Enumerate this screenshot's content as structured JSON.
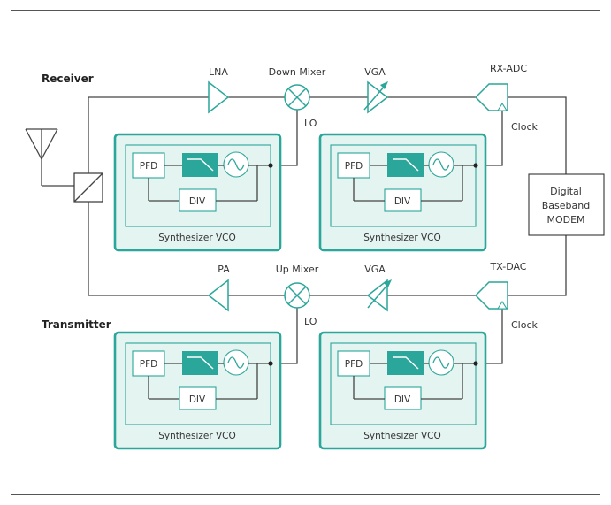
{
  "sections": {
    "receiver": "Receiver",
    "transmitter": "Transmitter"
  },
  "receiver_chain": {
    "lna": "LNA",
    "mixer": "Down Mixer",
    "vga": "VGA",
    "adc": "RX-ADC",
    "lo": "LO",
    "clock": "Clock"
  },
  "transmitter_chain": {
    "pa": "PA",
    "mixer": "Up Mixer",
    "vga": "VGA",
    "dac": "TX-DAC",
    "lo": "LO",
    "clock": "Clock"
  },
  "baseband": {
    "line1": "Digital",
    "line2": "Baseband",
    "line3": "MODEM"
  },
  "synth": {
    "pfd": "PFD",
    "div": "DIV",
    "title": "Synthesizer VCO"
  },
  "colors": {
    "accent": "#2aa69a",
    "panel": "#e4f4f1",
    "line": "#444444"
  }
}
